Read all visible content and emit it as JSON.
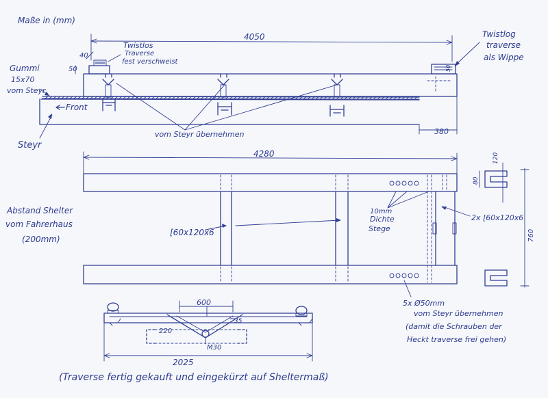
{
  "colors": {
    "ink": "#2f3d94",
    "paper": "#f6f7fa"
  },
  "labels": {
    "units": "Maße in (mm)",
    "gummi_1": "Gummi",
    "gummi_2": "15x70",
    "gummi_3": "vom Steyr",
    "front": "Front",
    "steyr": "Steyr",
    "twistlos_1": "Twistlos",
    "twistlos_2": "Traverse",
    "twistlos_3": "fest verschweist",
    "twistlog_1": "Twistlog",
    "twistlog_2": "traverse",
    "twistlog_3": "als Wippe",
    "vom_steyr": "vom Steyr übernehmen",
    "abstand_1": "Abstand Shelter",
    "abstand_2": "vom Fahrerhaus",
    "abstand_3": "(200mm)",
    "profile_left": "[60x120x6",
    "profile_right": "2x [60x120x6",
    "dichte_1": "10mm",
    "dichte_2": "Dichte",
    "dichte_3": "Stege",
    "bolts_1": "5x Ø50mm",
    "bolts_2": "vom Steyr übernehmen",
    "bolts_3": "(damit die Schrauben der",
    "bolts_4": "Heckt traverse frei gehen)",
    "footer": "(Traverse fertig gekauft und eingekürzt auf Sheltermaß)"
  },
  "dims": {
    "d4050": "4050",
    "d40": "40",
    "d50": "50",
    "d50r": "50",
    "d380": "380",
    "d4280": "4280",
    "d120": "120",
    "d80": "80",
    "d760": "760",
    "d600": "600",
    "d35": "35",
    "d220": "220",
    "m30": "M30",
    "d2025": "2025"
  }
}
